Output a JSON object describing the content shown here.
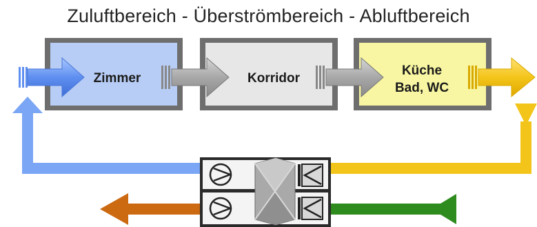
{
  "title": "Zuluftbereich - Überströmbereich - Abluftbereich",
  "rooms": [
    {
      "key": "zimmer",
      "label": "Zimmer"
    },
    {
      "key": "korridor",
      "label": "Korridor"
    },
    {
      "key": "kueche",
      "label_line1": "Küche",
      "label_line2": "Bad, WC"
    }
  ],
  "colors": {
    "supply_air": "#7aa6f5",
    "transfer_air": "#aaaaaa",
    "exhaust_air": "#f3c51a",
    "outdoor_air": "#2e8b1e",
    "discharge_air": "#cc6a12",
    "room_zimmer": "#b7cdf6",
    "room_korridor": "#e7e7e7",
    "room_kueche": "#f8f6a2",
    "frame": "#6e6e6e"
  }
}
